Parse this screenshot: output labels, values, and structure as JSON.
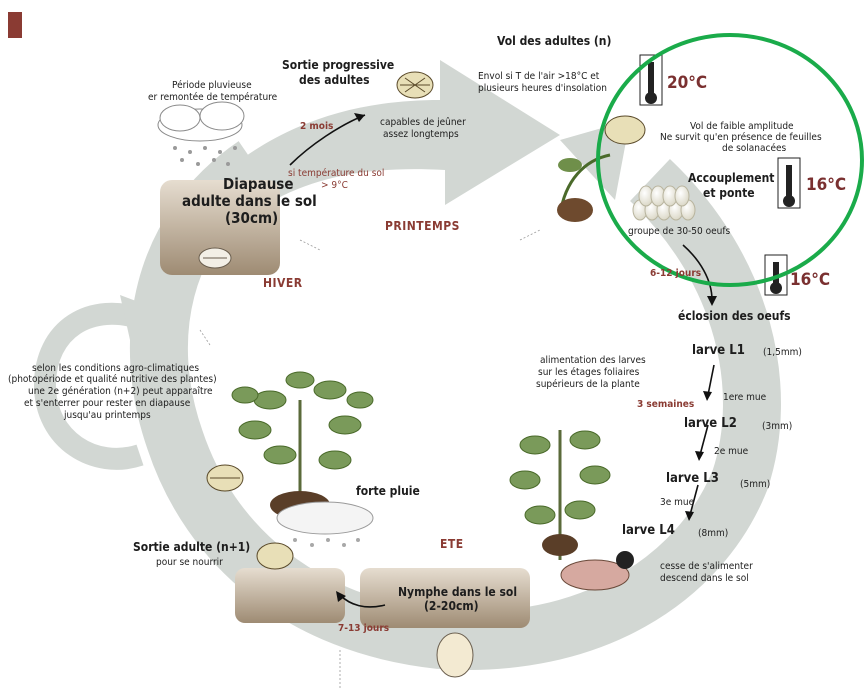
{
  "seasons": {
    "spring": "PRINTEMPS",
    "winter": "HIVER",
    "summer": "ETE"
  },
  "steps": {
    "adult_flight": "Vol des adultes (n)",
    "flight_condition_1": "Envol si T de l'air >18°C et",
    "flight_condition_2": "plusieurs heures d'insolation",
    "temp_flight": "20°C",
    "flight_note_1": "Vol de faible amplitude",
    "flight_note_2": "Ne survit qu'en présence de feuilles",
    "flight_note_3": "de solanacées",
    "mating_1": "Accouplement",
    "mating_2": "et ponte",
    "temp_mating": "16°C",
    "egg_group": "groupe de 30-50 oeufs",
    "egg_duration": "6-12 jours",
    "temp_hatch": "16°C",
    "hatching": "éclosion des oeufs",
    "larva_feeding_1": "alimentation des larves",
    "larva_feeding_2": "sur les étages foliaires",
    "larva_feeding_3": "supérieurs de la plante",
    "larva_duration": "3 semaines",
    "stop_feeding_1": "cesse de s'alimenter",
    "stop_feeding_2": "descend dans le sol",
    "nymph_1": "Nymphe dans le sol",
    "nymph_2": "(2-20cm)",
    "nymph_duration": "7-13 jours",
    "adult_exit_1": "Sortie adulte (n+1)",
    "adult_exit_2": "pour se nourrir",
    "heavy_rain": "forte pluie",
    "generation_1": "selon les conditions agro-climatiques",
    "generation_2": "(photopériode et qualité nutritive des plantes)",
    "generation_3": "une 2e génération (n+2) peut apparaître",
    "generation_4": "et s'enterrer pour rester en diapause",
    "generation_5": "jusqu'au  printemps",
    "diapause_1": "Diapause",
    "diapause_2": "adulte dans le sol",
    "diapause_3": "(30cm)",
    "rain_period_1": "Période pluvieuse",
    "rain_period_2": "er remontée de température",
    "progressive_exit_1": "Sortie progressive",
    "progressive_exit_2": "des adultes",
    "fasting_1": "capables de jeûner",
    "fasting_2": "assez longtemps",
    "two_months": "2 mois",
    "soil_temp_1": "si température du sol",
    "soil_temp_2": "> 9°C"
  },
  "larvae": [
    {
      "label": "larve  L1",
      "size": "(1,5mm)"
    },
    {
      "label": "larve  L2",
      "size": "(3mm)"
    },
    {
      "label": "larve  L3",
      "size": "(5mm)"
    },
    {
      "label": "larve  L4",
      "size": "(8mm)"
    }
  ],
  "molts": [
    "1ere mue",
    "2e mue",
    "3e mue"
  ],
  "colors": {
    "cycle": "#d2d7d3",
    "accent": "#8a3b33",
    "highlight": "#1aab4a"
  }
}
